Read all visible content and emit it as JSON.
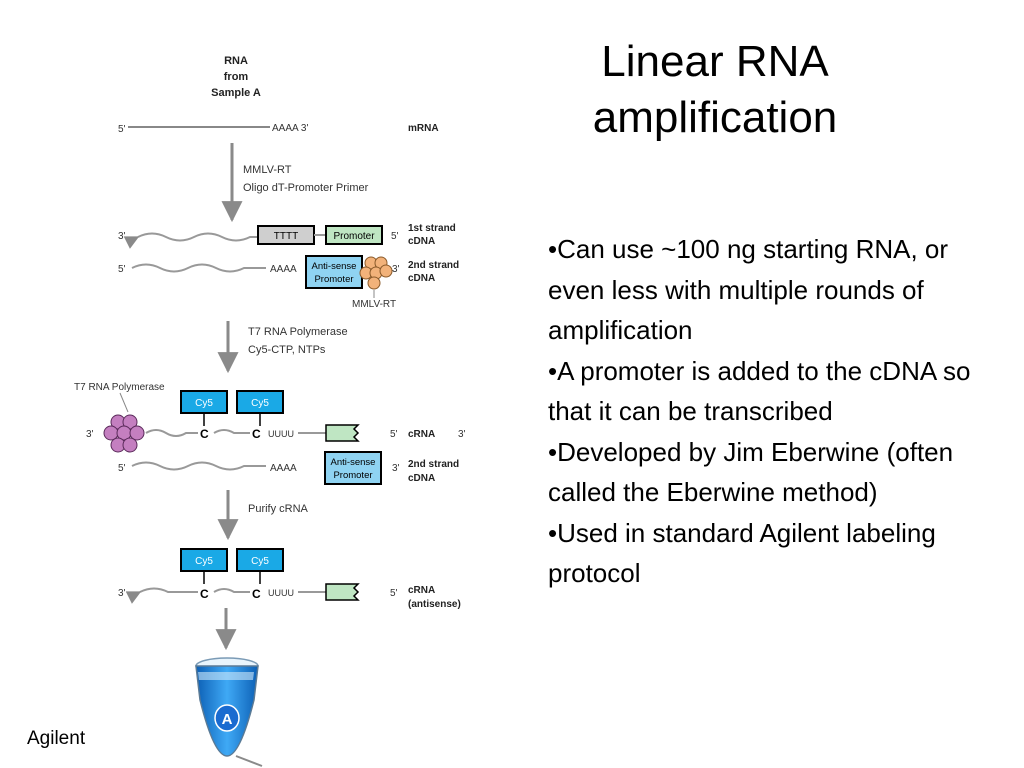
{
  "slide": {
    "title_line1": "Linear RNA",
    "title_line2": "amplification",
    "bullets": [
      "•Can use ~100 ng starting RNA, or even less with multiple rounds of amplification",
      "•A promoter is added to the cDNA so that it can be transcribed",
      "•Developed by Jim Eberwine (often called the Eberwine method)",
      "•Used in standard Agilent labeling protocol"
    ],
    "credit": "Agilent"
  },
  "diagram": {
    "source_line1": "RNA",
    "source_line2": "from",
    "source_line3": "Sample A",
    "mrna_five": "5'",
    "mrna_polya": "AAAA 3'",
    "mrna_label": "mRNA",
    "step1_line1": "MMLV-RT",
    "step1_line2": "Oligo dT-Promoter Primer",
    "first_strand_three": "3'",
    "tttt": "TTTT",
    "promoter": "Promoter",
    "first_strand_five": "5'",
    "first_strand_label1": "1st strand",
    "first_strand_label2": "cDNA",
    "second_strand_five": "5'",
    "second_strand_polya": "AAAA",
    "antisense_line1": "Anti-sense",
    "antisense_line2": "Promoter",
    "second_strand_three": "3'",
    "second_strand_label1": "2nd strand",
    "second_strand_label2": "cDNA",
    "mmlv_rt_label": "MMLV-RT",
    "step2_line1": "T7 RNA Polymerase",
    "step2_line2": "Cy5-CTP, NTPs",
    "t7_label": "T7 RNA Polymerase",
    "cy5": "Cy5",
    "c": "C",
    "uuuu": "UUUU",
    "crna_three_left": "3'",
    "crna_five": "5'",
    "crna_label": "cRNA",
    "crna_three_right": "3'",
    "second2_five": "5'",
    "second2_polya": "AAAA",
    "second2_three": "3'",
    "step3": "Purify cRNA",
    "final_three": "3'",
    "final_five": "5'",
    "final_label1": "cRNA",
    "final_label2": "(antisense)",
    "tube_letter": "A"
  },
  "colors": {
    "cyan_box": "#1aa9e6",
    "light_blue_box": "#8fd3f2",
    "green_box": "#bfe6c3",
    "gray_box": "#cfcfcf",
    "polymerase_purple": "#c47fc0",
    "rt_orange": "#f2b27a",
    "arrow_gray": "#8a8a8a"
  }
}
